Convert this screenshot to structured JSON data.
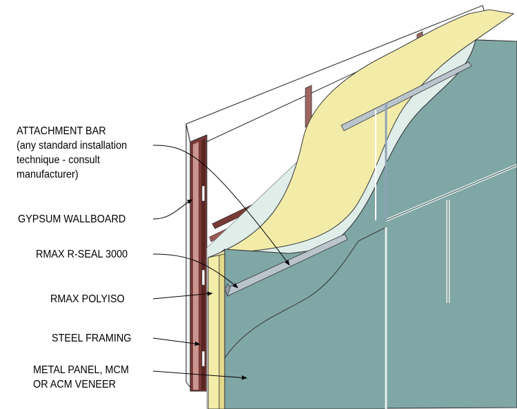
{
  "labels": {
    "attachment_bar": [
      "ATTACHMENT BAR",
      "(any standard installation",
      "technique - consult",
      "manufacturer)"
    ],
    "gypsum_wallboard": "GYPSUM WALLBOARD",
    "rmax_r_seal": "RMAX R-SEAL 3000",
    "rmax_polyiso": "RMAX POLYISO",
    "steel_framing": "STEEL FRAMING",
    "metal_panel": [
      "METAL PANEL, MCM",
      "OR ACM VENEER"
    ]
  },
  "colors": {
    "metal_panel": "#7fa7a5",
    "insulation_foam": "#f3eca9",
    "glass_layer": "#dfeee9",
    "steel_stud": "#7a3a36",
    "gypsum": "#fafafa"
  }
}
